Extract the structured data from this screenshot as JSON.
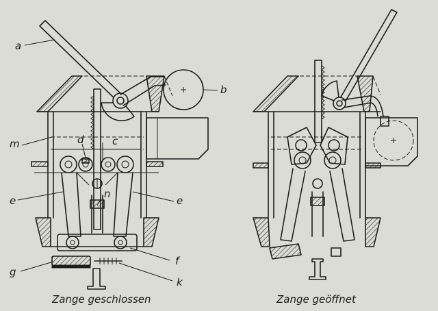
{
  "labels": {
    "a": "a",
    "b": "b",
    "c": "c",
    "d": "d",
    "e_left": "e",
    "e_right": "e",
    "n": "n",
    "m": "m",
    "f": "f",
    "g": "g",
    "k": "k"
  },
  "captions": {
    "closed": "Zange geschlossen",
    "open": "Zange geöffnet"
  }
}
